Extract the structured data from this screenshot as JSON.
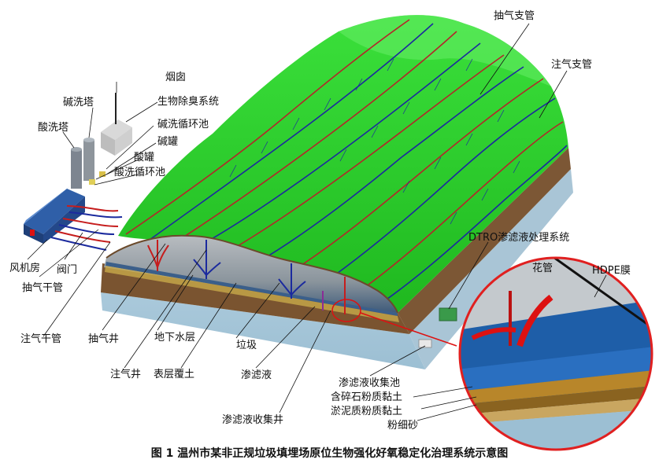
{
  "labels": {
    "chimney": "烟囱",
    "alkali_tower": "碱洗塔",
    "bio_deodor": "生物除臭系统",
    "acid_tower": "酸洗塔",
    "alkali_pool": "碱洗循环池",
    "alkali_tank": "碱罐",
    "acid_tank": "酸罐",
    "acid_pool": "酸洗循环池",
    "extract_branch": "抽气支管",
    "inject_branch": "注气支管",
    "dtro": "DTRO渗滤液处理系统",
    "flower_pipe": "花管",
    "hdpe": "HDPE膜",
    "fan_room": "风机房",
    "valve": "阀门",
    "extract_main": "抽气干管",
    "inject_main": "注气干管",
    "extract_well": "抽气井",
    "groundwater": "地下水层",
    "garbage": "垃圾",
    "inject_well": "注气井",
    "topsoil": "表层覆土",
    "leachate": "渗滤液",
    "leachate_pool": "渗滤液收集池",
    "gravel_clay": "含碎石粉质黏土",
    "silt_clay": "淤泥质粉质黏土",
    "fine_sand": "粉细砂",
    "leachate_well": "渗滤液收集井"
  },
  "caption": "图 1   温州市某非正规垃圾填埋场原位生物强化好氧稳定化治理系统示意图"
}
